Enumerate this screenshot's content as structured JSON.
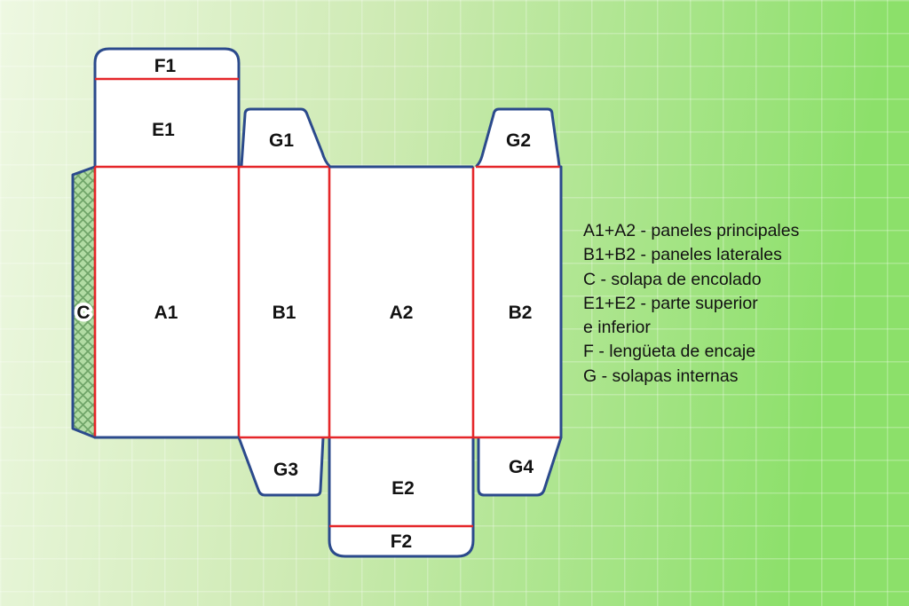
{
  "diagram": {
    "labels": {
      "f1": "F1",
      "e1": "E1",
      "g1": "G1",
      "g2": "G2",
      "c": "C",
      "a1": "A1",
      "b1": "B1",
      "a2": "A2",
      "b2": "B2",
      "g3": "G3",
      "g4": "G4",
      "e2": "E2",
      "f2": "F2"
    }
  },
  "legend": {
    "lines": [
      "A1+A2 - paneles principales",
      "B1+B2 - paneles laterales",
      "C - solapa de encolado",
      "E1+E2 - parte superior",
      "e inferior",
      "F - lengüeta de encaje",
      "G - solapas internas"
    ]
  },
  "colors": {
    "background_start": "#eef8e2",
    "background_mid": "#cdeab2",
    "background_end": "#8ce06a",
    "grid_line": "#ffffff",
    "cut_line": "#2b4a8c",
    "fold_line": "#e52629",
    "panel_fill": "#ffffff",
    "glue_flap_fill": "#b2dca4",
    "glue_flap_hatch": "#6fa468",
    "label_text": "#121212"
  }
}
